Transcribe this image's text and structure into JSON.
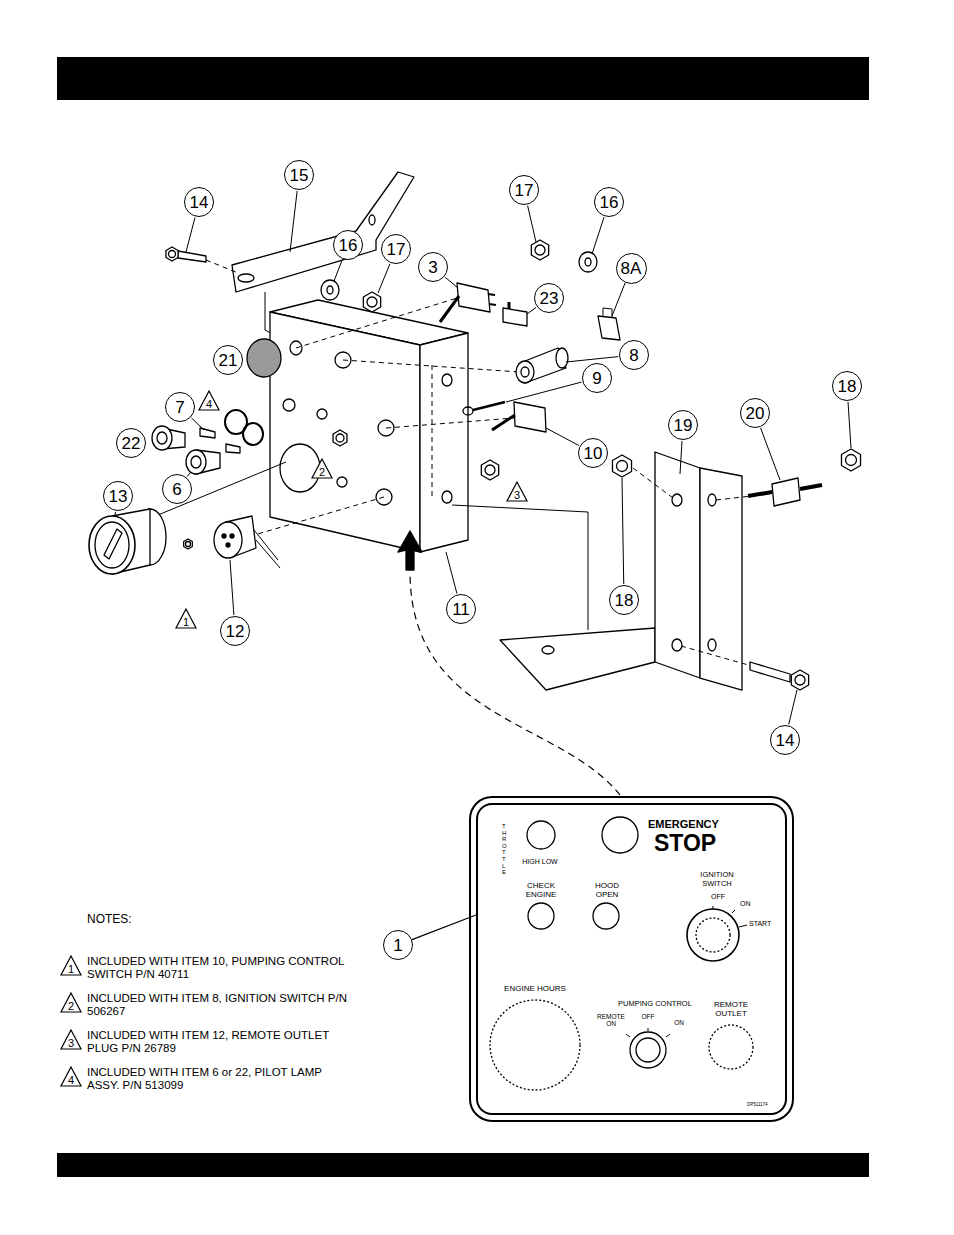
{
  "diagram": {
    "nodes": [
      {
        "text": [
          "15"
        ]
      },
      {
        "text": [
          "14"
        ]
      },
      {
        "text": [
          "17"
        ]
      },
      {
        "text": [
          "16"
        ]
      },
      {
        "text": [
          "16"
        ]
      },
      {
        "text": [
          "17"
        ]
      },
      {
        "text": [
          "3"
        ]
      },
      {
        "text": [
          "8A"
        ]
      },
      {
        "text": [
          "23"
        ]
      },
      {
        "text": [
          "8"
        ]
      },
      {
        "text": [
          "21"
        ]
      },
      {
        "text": [
          "9"
        ]
      },
      {
        "text": [
          "4"
        ]
      },
      {
        "text": [
          "7"
        ]
      },
      {
        "text": [
          "19"
        ]
      },
      {
        "text": [
          "20"
        ]
      },
      {
        "text": [
          "18"
        ]
      },
      {
        "text": [
          "22"
        ]
      },
      {
        "text": [
          "10"
        ]
      },
      {
        "text": [
          "2"
        ]
      },
      {
        "text": [
          "3"
        ]
      },
      {
        "text": [
          "6"
        ]
      },
      {
        "text": [
          "13"
        ]
      },
      {
        "text": [
          "18"
        ]
      },
      {
        "text": [
          "11"
        ]
      },
      {
        "text": [
          "1"
        ]
      },
      {
        "text": [
          "12"
        ]
      },
      {
        "text": [
          "14"
        ]
      },
      {
        "text": [
          "THROTTLE",
          "EMERGENCY",
          "STOP",
          "HIGH LOW",
          "CHECK ENGINE",
          "HOOD OPEN",
          "IGNITION SWITCH",
          "OFF",
          "ON",
          "START",
          "ENGINE HOURS",
          "PUMPING CONTROL",
          "REMOTE ON",
          "OFF",
          "ON",
          "REMOTE OUTLET",
          "DP511174"
        ]
      },
      {
        "text": [
          "1"
        ]
      },
      {
        "text": [
          "1"
        ]
      },
      {
        "text": [
          "2"
        ]
      },
      {
        "text": [
          "3"
        ]
      },
      {
        "text": [
          "4"
        ]
      }
    ],
    "edges": [
      {
        "from": 29,
        "to": 28,
        "arrow": "none"
      }
    ],
    "labels": [
      "NOTES:",
      "INCLUDED WITH ITEM 10, PUMPING CONTROL SWITCH P/N 40711",
      "INCLUDED WITH ITEM 8, IGNITION SWITCH P/N 506267",
      "INCLUDED WITH ITEM 12, REMOTE OUTLET PLUG P/N 26789",
      "INCLUDED WITH ITEM 6 or 22, PILOT LAMP ASSY. P/N 513099"
    ]
  }
}
